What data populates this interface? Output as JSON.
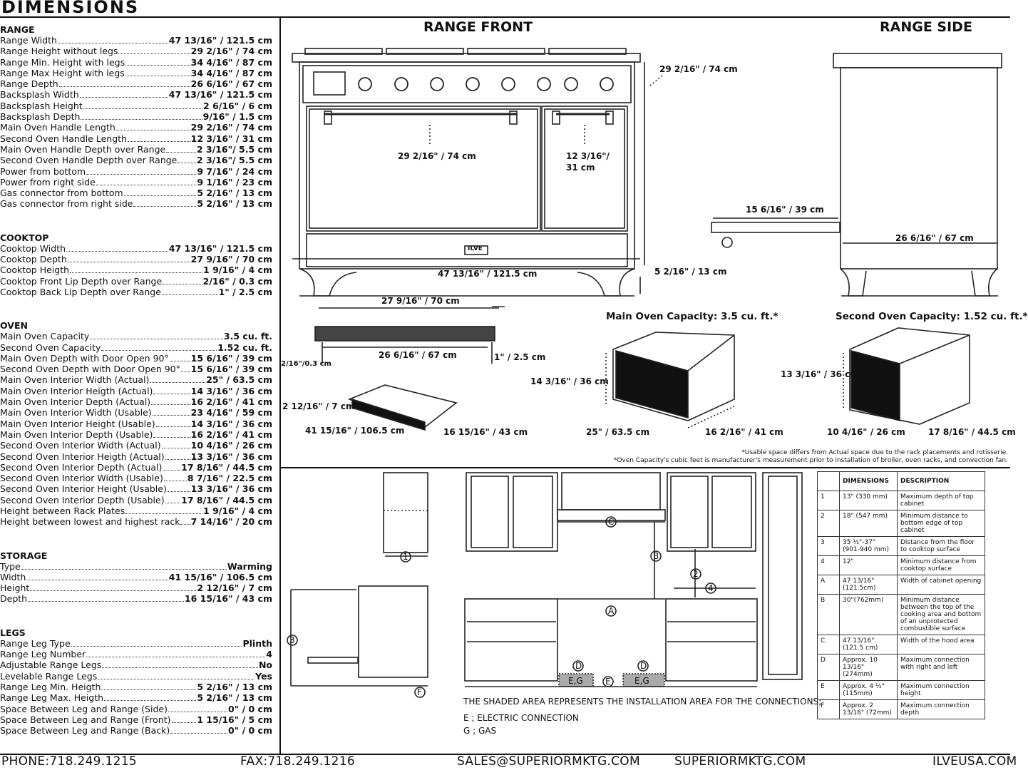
{
  "page_title": "DIMENSIONS",
  "sections": [
    {
      "title": "RANGE",
      "rows": [
        {
          "label": "Range Width",
          "value": "47 13/16\" / 121.5 cm"
        },
        {
          "label": "Range Height without legs",
          "value": "29 2/16\" / 74 cm"
        },
        {
          "label": "Range Min. Height with legs",
          "value": "34 4/16\" / 87 cm"
        },
        {
          "label": "Range Max Height with legs",
          "value": "34 4/16\" / 87 cm"
        },
        {
          "label": "Range Depth",
          "value": "26 6/16\" / 67 cm"
        },
        {
          "label": "Backsplash Width",
          "value": "47 13/16\" / 121.5 cm"
        },
        {
          "label": "Backsplash Height",
          "value": "2 6/16\" / 6 cm"
        },
        {
          "label": "Backsplash Depth",
          "value": "9/16\" / 1.5 cm"
        },
        {
          "label": "Main Oven Handle Length",
          "value": "29 2/16\" / 74 cm"
        },
        {
          "label": "Second Oven Handle Length",
          "value": "12 3/16\" / 31 cm"
        },
        {
          "label": "Main Oven Handle Depth over Range",
          "value": "2 3/16\"/ 5.5 cm"
        },
        {
          "label": "Second Oven Handle Depth over Range",
          "value": "2 3/16\"/ 5.5 cm"
        },
        {
          "label": "Power from bottom",
          "value": "9 7/16\" / 24 cm"
        },
        {
          "label": "Power from right side",
          "value": "9 1/16\" / 23 cm"
        },
        {
          "label": "Gas connector from bottom",
          "value": "5 2/16\" / 13 cm"
        },
        {
          "label": "Gas connector from right side",
          "value": "5 2/16\" / 13 cm"
        }
      ]
    },
    {
      "title": "COOKTOP",
      "rows": [
        {
          "label": "Cooktop Width",
          "value": "47 13/16\" / 121.5 cm"
        },
        {
          "label": "Cooktop Depth",
          "value": "27 9/16\" / 70 cm"
        },
        {
          "label": "Cooktop Heigth",
          "value": "1 9/16\" / 4 cm"
        },
        {
          "label": "Cooktop Front Lip Depth over Range",
          "value": "2/16\" / 0.3 cm"
        },
        {
          "label": "Cooktop Back Lip Depth over Range",
          "value": "1\" / 2.5 cm"
        }
      ]
    },
    {
      "title": "OVEN",
      "rows": [
        {
          "label": "Main Oven Capacity",
          "value": "3.5 cu. ft."
        },
        {
          "label": "Second Oven Capacity",
          "value": "1.52 cu. ft."
        },
        {
          "label": "Main Oven Depth with Door Open 90°",
          "value": "15 6/16\" / 39 cm"
        },
        {
          "label": "Second Oven Depth with Door Open 90°",
          "value": "15 6/16\" / 39 cm"
        },
        {
          "label": "Main Oven Interior Width (Actual)",
          "value": "25\" / 63.5 cm"
        },
        {
          "label": "Main Oven Interior Heigth (Actual)",
          "value": "14 3/16\" / 36 cm"
        },
        {
          "label": "Main Oven Interior Depth (Actual)",
          "value": "16 2/16\" / 41 cm"
        },
        {
          "label": "Main Oven Interior Width (Usable)",
          "value": "23 4/16\" / 59 cm"
        },
        {
          "label": "Main Oven Interior Height (Usable)",
          "value": "14 3/16\" / 36 cm"
        },
        {
          "label": "Main Oven Interior Depth (Usable)",
          "value": "16 2/16\" / 41 cm"
        },
        {
          "label": "Second Oven Interior Width (Actual)",
          "value": "10 4/16\" / 26 cm"
        },
        {
          "label": "Second Oven Interior Heigth (Actual)",
          "value": "13 3/16\" / 36 cm"
        },
        {
          "label": "Second Oven Interior Depth (Actual)",
          "value": "17 8/16\" / 44.5 cm"
        },
        {
          "label": "Second Oven Interior Width (Usable)",
          "value": "8 7/16\" / 22.5 cm"
        },
        {
          "label": "Second Oven Interior Height (Usable)",
          "value": "13 3/16\" / 36 cm"
        },
        {
          "label": "Second Oven Interior Depth (Usable)",
          "value": "17 8/16\" / 44.5 cm"
        },
        {
          "label": "Height between Rack Plates",
          "value": "1 9/16\" / 4 cm"
        },
        {
          "label": "Height between lowest and highest rack",
          "value": "7 14/16\" / 20 cm"
        }
      ]
    },
    {
      "title": "STORAGE",
      "rows": [
        {
          "label": "Type",
          "value": "Warming"
        },
        {
          "label": "Width",
          "value": "41 15/16\" / 106.5 cm"
        },
        {
          "label": "Height",
          "value": "2 12/16\" / 7 cm"
        },
        {
          "label": "Depth",
          "value": "16 15/16\" / 43 cm"
        }
      ]
    },
    {
      "title": "LEGS",
      "rows": [
        {
          "label": "Range Leg Type",
          "value": "Plinth"
        },
        {
          "label": "Range Leg Number",
          "value": "4"
        },
        {
          "label": "Adjustable Range Legs",
          "value": "No"
        },
        {
          "label": "Levelable Range Legs",
          "value": "Yes"
        },
        {
          "label": "Range Leg Min. Heigth",
          "value": "5 2/16\" / 13 cm"
        },
        {
          "label": "Range Leg Max. Heigth",
          "value": "5 2/16\" / 13 cm"
        },
        {
          "label": "Space Between Leg and Range (Side)",
          "value": "0\" / 0 cm"
        },
        {
          "label": "Space Between Leg and Range (Front)",
          "value": "1 15/16\" / 5 cm"
        },
        {
          "label": "Space Between Leg and Range (Back)",
          "value": "0\" / 0 cm"
        }
      ]
    }
  ],
  "drawings": {
    "front_title": "RANGE FRONT",
    "side_title": "RANGE SIDE",
    "front_height": "29 2/16\" / 74 cm",
    "main_handle": "29 2/16\" / 74 cm",
    "second_handle_a": "12 3/16\"/",
    "second_handle_b": "31 cm",
    "range_width": "47 13/16\" / 121.5 cm",
    "leg_height": "5 2/16\" / 13 cm",
    "door_open": "15 6/16\" / 39 cm",
    "side_depth": "26 6/16\" / 67 cm",
    "brand_badge": "ILVE",
    "cooktop_depth": "27 9/16\" / 70 cm",
    "cooktop_inner": "26 6/16\" / 67 cm",
    "cooktop_lip": "2/16\"/0.3 cm",
    "cooktop_back": "1\" / 2.5 cm",
    "drawer_height": "2 12/16\" / 7 cm",
    "drawer_width": "41 15/16\" / 106.5 cm",
    "drawer_depth": "16 15/16\" / 43 cm",
    "main_cap_title": "Main Oven Capacity: 3.5 cu. ft.*",
    "main_h": "14 3/16\" / 36 cm",
    "main_w": "25\" / 63.5 cm",
    "main_d": "16 2/16\" / 41 cm",
    "second_cap_title": "Second Oven Capacity: 1.52 cu. ft.*",
    "second_h": "13 3/16\" / 36 cm",
    "second_w": "10 4/16\" / 26 cm",
    "second_d": "17 8/16\" / 44.5 cm",
    "note1": "*Usable space differs from Actual space due to the rack placements and rotisserie.",
    "note2": "*Oven Capacity's cubic feet is manufacturer's measurement prior to installation of broiler, oven racks, and convection fan.",
    "markers": [
      "1",
      "2",
      "3",
      "4",
      "A",
      "B",
      "C",
      "D",
      "D",
      "E",
      "F"
    ],
    "eg": "E,G",
    "shaded_note": "THE SHADED AREA REPRESENTS THE INSTALLATION AREA FOR THE CONNECTIONS;",
    "e_note": "E ; ELECTRIC CONNECTION",
    "g_note": "G ; GAS"
  },
  "table": {
    "headers": [
      "",
      "DIMENSIONS",
      "DESCRIPTION"
    ],
    "rows": [
      [
        "1",
        "13\" (330 mm)",
        "Maximum depth of top cabinet"
      ],
      [
        "2",
        "18\" (547 mm)",
        "Minimum distance to bottom edge of top cabinet"
      ],
      [
        "3",
        "35 ½\"-37\" (901-940 mm)",
        "Distance from the floor to cooktop surface"
      ],
      [
        "4",
        "12\"",
        "Minimum distance from cooktop surface"
      ],
      [
        "A",
        "47 13/16\" (121.5cm)",
        "Width of cabinet opening"
      ],
      [
        "B",
        "30\"(762mm)",
        "Minimum distance between the top of the cooking area and bottom of an unprotected combustible surface"
      ],
      [
        "C",
        "47 13/16\" (121.5 cm)",
        "Width of the hood area"
      ],
      [
        "D",
        "Approx. 10 13/16\" (274mm)",
        "Maximum connection with right and left"
      ],
      [
        "E",
        "Approx. 4 ½\" (115mm)",
        "Maximum connection height"
      ],
      [
        "F",
        "Approx. 2 13/16\" (72mm)",
        "Maximum connection depth"
      ]
    ]
  },
  "footer": {
    "phone": "PHONE:718.249.1215",
    "fax": "FAX:718.249.1216",
    "email": "SALES@SUPERIORMKTG.COM",
    "site": "SUPERIORMKTG.COM",
    "brand_site": "ILVEUSA.COM"
  }
}
